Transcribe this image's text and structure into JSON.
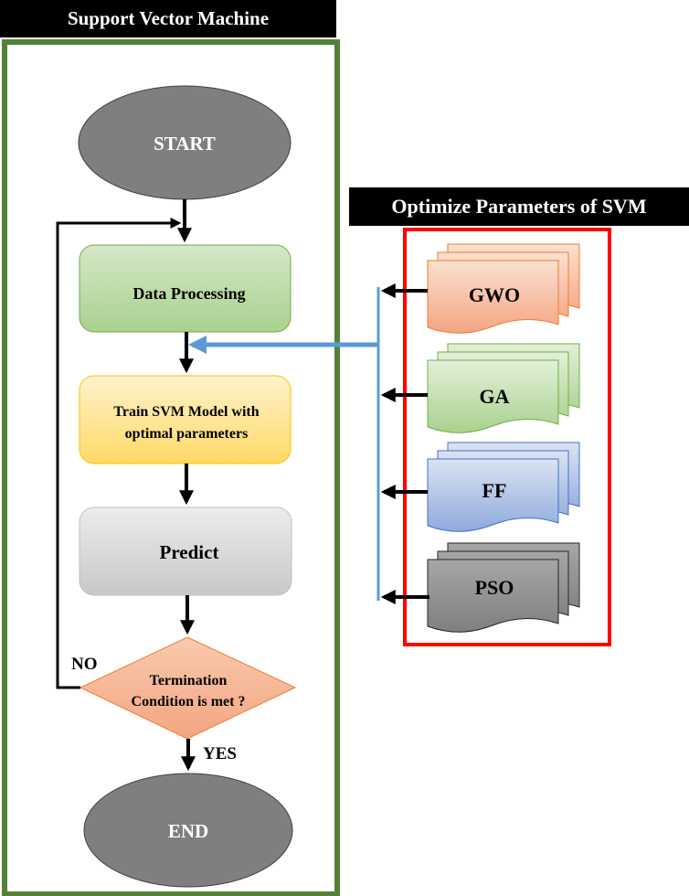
{
  "svm_panel": {
    "title": "Support Vector Machine",
    "start_label": "START",
    "data_processing_label": "Data Processing",
    "train_label_line1": "Train SVM Model with",
    "train_label_line2": "optimal parameters",
    "predict_label": "Predict",
    "termination_line1": "Termination",
    "termination_line2": "Condition is met ?",
    "no_label": "NO",
    "yes_label": "YES",
    "end_label": "END"
  },
  "optimizer_panel": {
    "title": "Optimize Parameters of SVM",
    "optimizers": [
      {
        "label": "GWO"
      },
      {
        "label": "GA"
      },
      {
        "label": "FF"
      },
      {
        "label": "PSO"
      }
    ]
  },
  "colors": {
    "panel_border_green": "#548235",
    "panel_border_red": "#ff0000",
    "terminal_grey": "#7f7f7f",
    "data_processing_green": "#a9d18e",
    "train_yellow": "#ffd966",
    "predict_grey": "#d0d0d0",
    "termination_orange": "#f4b183",
    "gwo_orange": "#f4a582",
    "ga_green": "#a9d18e",
    "ff_blue": "#8faadc",
    "pso_grey": "#7f7f7f",
    "connector_blue": "#5b9bd5"
  }
}
